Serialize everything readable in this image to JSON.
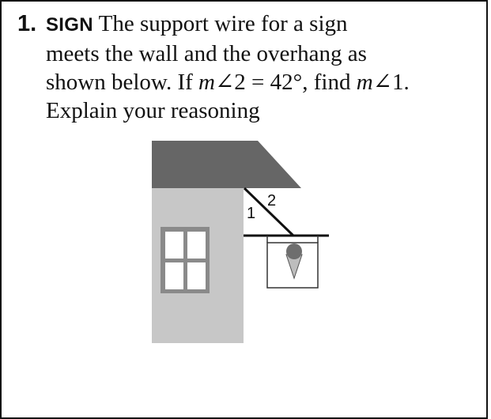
{
  "problem": {
    "number": "1.",
    "label": "SIGN",
    "line1": "The support wire for a sign",
    "line2": "meets the wall and the overhang as",
    "line3_a": "shown below. If ",
    "line3_m1": "m",
    "line3_b": "∠2 = 42°, find ",
    "line3_m2": "m",
    "line3_c": "∠1.",
    "line4": "Explain your reasoning"
  },
  "figure": {
    "angle1_label": "1",
    "angle2_label": "2",
    "colors": {
      "roof": "#666666",
      "wall": "#c7c7c7",
      "window_frame": "#8a8a8a",
      "window_glass": "#ffffff",
      "sign_border": "#333333",
      "icecream_scoop": "#6e6e6e",
      "icecream_cone": "#bdbdbd"
    }
  }
}
